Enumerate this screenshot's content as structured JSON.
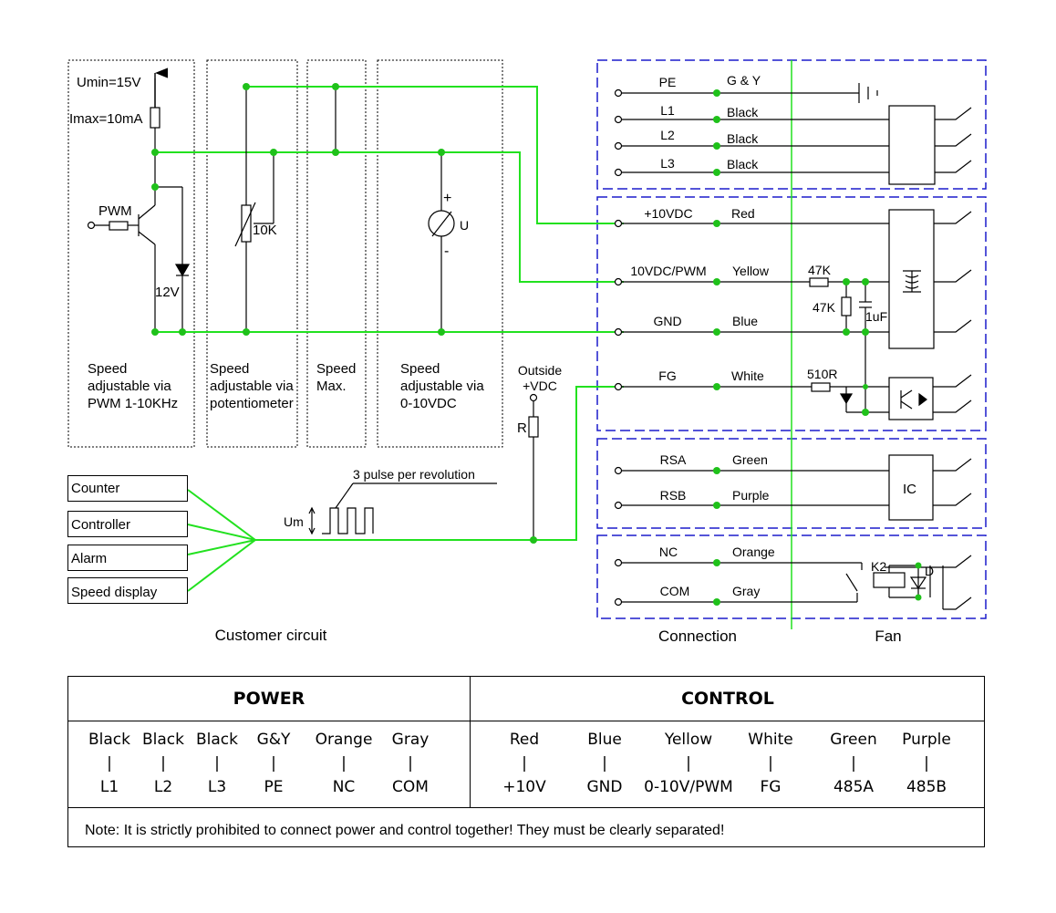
{
  "colors": {
    "wire": "#22e11f",
    "node": "#1fc11a",
    "frame": "#1c1ccc",
    "text": "#000000"
  },
  "customer": {
    "umin": "Umin=15V",
    "imax": "Imax=10mA",
    "pwm": "PWM",
    "zener": "12V",
    "pot": "10K",
    "meter_plus": "+",
    "meter_minus": "-",
    "meter_u": "U",
    "outside_line1": "Outside",
    "outside_line2": "+VDC",
    "resistor_r": "R",
    "pulse_label": "3 pulse per revolution",
    "um": "Um",
    "boxes": [
      {
        "line1": "Speed",
        "line2": "adjustable via",
        "line3": "PWM 1-10KHz"
      },
      {
        "line1": "Speed",
        "line2": "adjustable via",
        "line3": "potentiometer"
      },
      {
        "line1": "Speed",
        "line2": "Max.",
        "line3": ""
      },
      {
        "line1": "Speed",
        "line2": "adjustable via",
        "line3": "0-10VDC"
      }
    ],
    "devices": [
      "Counter",
      "Controller",
      "Alarm",
      "Speed display"
    ],
    "caption": "Customer circuit"
  },
  "connection": {
    "rows": [
      {
        "name": "PE",
        "color": "G & Y"
      },
      {
        "name": "L1",
        "color": "Black"
      },
      {
        "name": "L2",
        "color": "Black"
      },
      {
        "name": "L3",
        "color": "Black"
      },
      {
        "name": "+10VDC",
        "color": "Red"
      },
      {
        "name": "10VDC/PWM",
        "color": "Yellow"
      },
      {
        "name": "GND",
        "color": "Blue"
      },
      {
        "name": "FG",
        "color": "White"
      },
      {
        "name": "RSA",
        "color": "Green"
      },
      {
        "name": "RSB",
        "color": "Purple"
      },
      {
        "name": "NC",
        "color": "Orange"
      },
      {
        "name": "COM",
        "color": "Gray"
      }
    ],
    "r47a": "47K",
    "r47b": "47K",
    "cap": "1uF",
    "r510": "510R",
    "ic": "IC",
    "k2": "K2",
    "d": "D",
    "caption": "Connection"
  },
  "fan": {
    "caption": "Fan"
  },
  "table": {
    "power_title": "POWER",
    "control_title": "CONTROL",
    "power_cols": [
      {
        "color": "Black",
        "sep": "|",
        "signal": "L1"
      },
      {
        "color": "Black",
        "sep": "|",
        "signal": "L2"
      },
      {
        "color": "Black",
        "sep": "|",
        "signal": "L3"
      },
      {
        "color": "G&Y",
        "sep": "|",
        "signal": "PE"
      },
      {
        "color": "Orange",
        "sep": "|",
        "signal": "NC"
      },
      {
        "color": "Gray",
        "sep": "|",
        "signal": "COM"
      }
    ],
    "control_cols": [
      {
        "color": "Red",
        "sep": "|",
        "signal": "+10V"
      },
      {
        "color": "Blue",
        "sep": "|",
        "signal": "GND"
      },
      {
        "color": "Yellow",
        "sep": "|",
        "signal": "0-10V/PWM"
      },
      {
        "color": "White",
        "sep": "|",
        "signal": "FG"
      },
      {
        "color": "Green",
        "sep": "|",
        "signal": "485A"
      },
      {
        "color": "Purple",
        "sep": "|",
        "signal": "485B"
      }
    ],
    "note": "Note: It is strictly prohibited to connect power and control together!  They must be clearly separated!"
  }
}
